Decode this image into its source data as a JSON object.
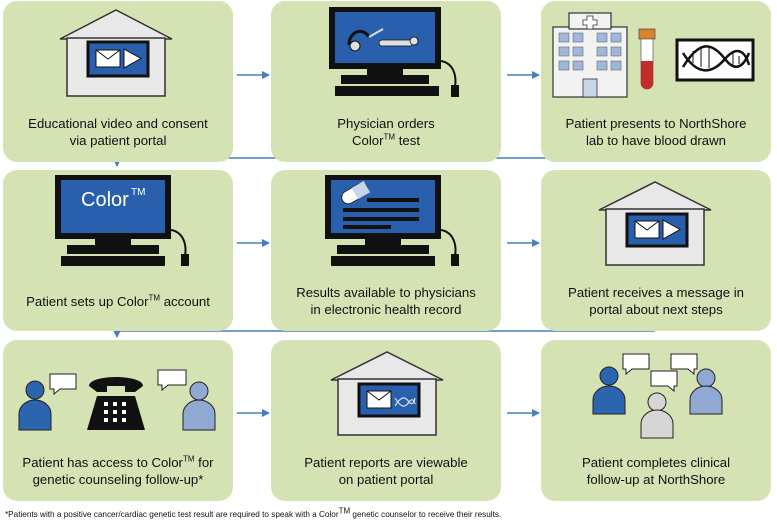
{
  "steps": [
    {
      "id": "video",
      "lines": [
        "Educational video and consent",
        "via patient portal"
      ]
    },
    {
      "id": "order",
      "lines": [
        "Physician orders",
        "Color",
        "TM",
        " test"
      ]
    },
    {
      "id": "lab",
      "lines": [
        "Patient presents to NorthShore",
        "lab to have blood drawn"
      ]
    },
    {
      "id": "account",
      "lines": [
        "Patient sets up Color",
        "TM",
        " account"
      ]
    },
    {
      "id": "results",
      "lines": [
        "Results available to physicians",
        "in electronic health record"
      ]
    },
    {
      "id": "message",
      "lines": [
        "Patient receives a message in",
        "portal about next steps"
      ]
    },
    {
      "id": "counseling",
      "lines": [
        "Patient has access to Color",
        "TM",
        " for",
        "genetic counseling follow-up*"
      ]
    },
    {
      "id": "reports",
      "lines": [
        "Patient reports are viewable",
        "on patient portal"
      ]
    },
    {
      "id": "clinical",
      "lines": [
        "Patient completes clinical",
        "follow-up at NorthShore"
      ]
    }
  ],
  "screen_brand": {
    "text": "Color",
    "tm": "TM"
  },
  "footnote": {
    "part1": "*Patients with a positive cancer/cardiac genetic test result are required to speak with a Color",
    "tm": "TM",
    "part2": " genetic counselor to receive their results."
  },
  "colors": {
    "box": "#d5e2b4",
    "arrow": "#4a7cc0",
    "screen": "#2a5fae",
    "person_dark": "#2a65ad",
    "person_light": "#8fa9d2",
    "person_gray": "#c9c9c9",
    "tube": "#c62b2b"
  }
}
